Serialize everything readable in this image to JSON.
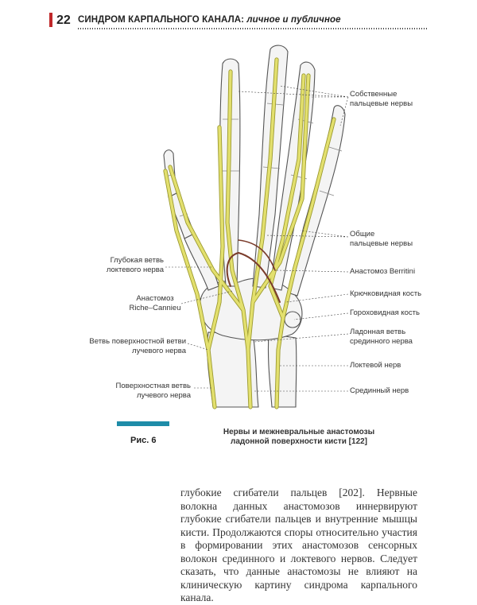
{
  "header": {
    "page_number": "22",
    "title_main": "СИНДРОМ КАРПАЛЬНОГО КАНАЛА:",
    "title_sub": "личное и публичное"
  },
  "figure": {
    "labels": {
      "own_digital_nerves_1": "Собственные",
      "own_digital_nerves_2": "пальцевые нервы",
      "common_digital_nerves_1": "Общие",
      "common_digital_nerves_2": "пальцевые нервы",
      "deep_branch_ulnar_1": "Глубокая ветвь",
      "deep_branch_ulnar_2": "локтевого нерва",
      "berrettini": "Анастомоз Berritini",
      "hamate": "Крючковидная кость",
      "riche_cannieu_1": "Анастомоз",
      "riche_cannieu_2": "Riche–Cannieu",
      "pisiform": "Гороховидная кость",
      "palmar_branch_median_1": "Ладонная ветвь",
      "palmar_branch_median_2": "срединного нерва",
      "branch_superficial_radial_1": "Ветвь поверхностной ветви",
      "branch_superficial_radial_2": "лучевого нерва",
      "ulnar_nerve": "Локтевой нерв",
      "superficial_radial_1": "Поверхностная ветвь",
      "superficial_radial_2": "лучевого нерва",
      "median_nerve": "Срединный нерв"
    },
    "caption_label": "Рис. 6",
    "caption_line1": "Нервы и межневральные анастомозы",
    "caption_line2": "ладонной поверхности кисти [122]",
    "colors": {
      "nerve": "#e3e06e",
      "nerve_outline": "#9c9a30",
      "anastomosis": "#7a3b2a",
      "bone": "#f4f4f4",
      "accent": "#1e8ca8"
    }
  },
  "body": {
    "paragraph": "глубокие сгибатели пальцев [202]. Нервные волокна данных анастомозов иннервируют глубокие сгибатели пальцев и внутренние мышцы кисти. Продолжаются споры относительно участия в формировании этих анастомозов сенсорных волокон срединного и локтевого нервов. Следует сказать, что данные анастомозы не влияют на клиническую картину синдрома карпального канала."
  }
}
